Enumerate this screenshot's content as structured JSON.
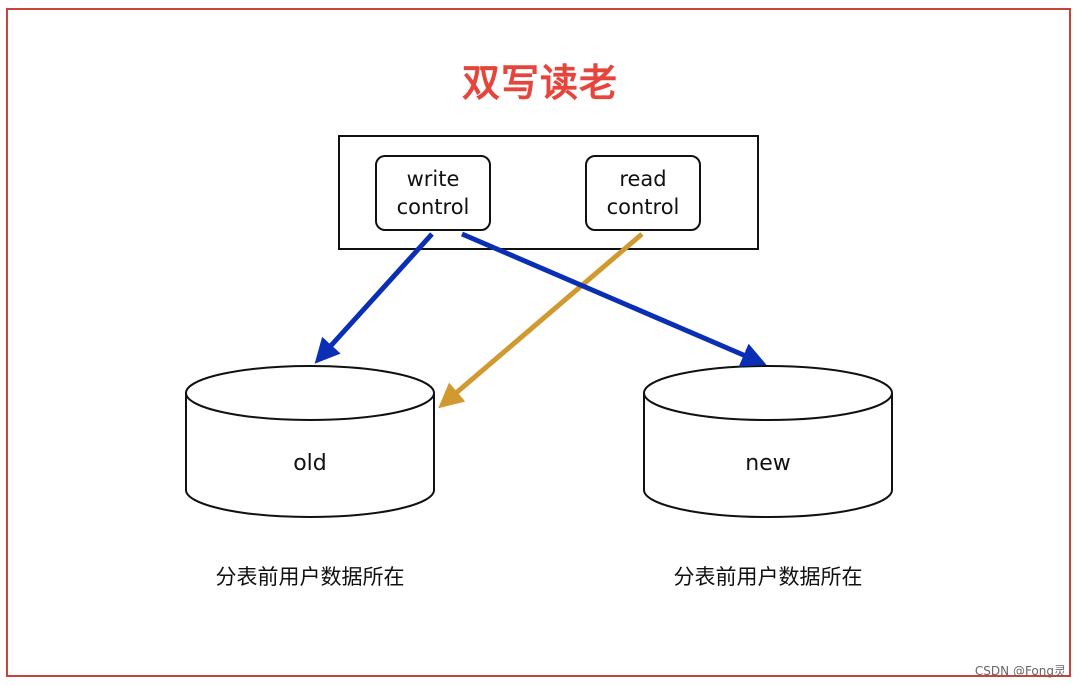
{
  "title": "双写读老",
  "controls": {
    "write": [
      "write",
      "control"
    ],
    "read": [
      "read",
      "control"
    ]
  },
  "databases": {
    "old": {
      "label": "old",
      "caption": "分表前用户数据所在"
    },
    "new": {
      "label": "new",
      "caption": "分表前用户数据所在"
    }
  },
  "colors": {
    "frame": "#c9433a",
    "title": "#e5453b",
    "write_arrow": "#0a2fb5",
    "read_arrow": "#d09a30"
  },
  "watermark": "CSDN @Fong灵"
}
